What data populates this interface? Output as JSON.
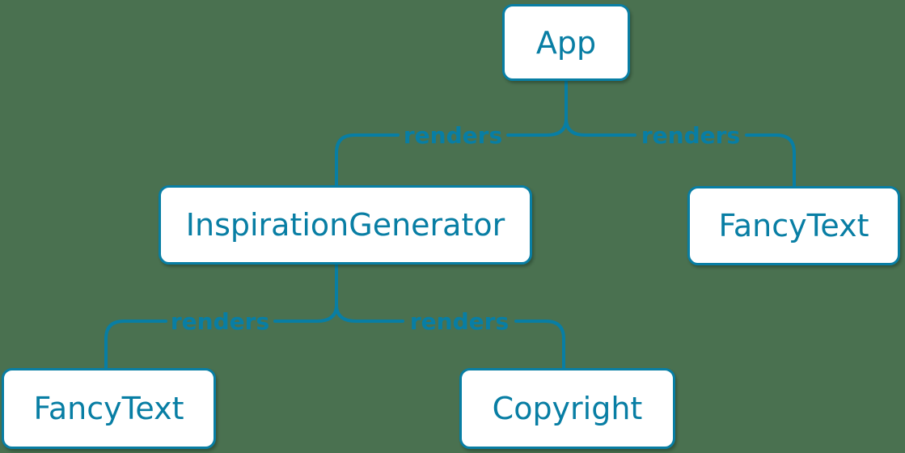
{
  "diagram": {
    "colors": {
      "background": "#4a7150",
      "accent": "#087ea4",
      "node_fill": "#ffffff"
    },
    "nodes": [
      {
        "id": "app",
        "label": "App"
      },
      {
        "id": "inspiration-generator",
        "label": "InspirationGenerator"
      },
      {
        "id": "fancy-text-top",
        "label": "FancyText"
      },
      {
        "id": "fancy-text-bottom",
        "label": "FancyText"
      },
      {
        "id": "copyright",
        "label": "Copyright"
      }
    ],
    "edges": [
      {
        "from": "App",
        "to": "InspirationGenerator",
        "label": "renders"
      },
      {
        "from": "App",
        "to": "FancyText",
        "label": "renders"
      },
      {
        "from": "InspirationGenerator",
        "to": "FancyText",
        "label": "renders"
      },
      {
        "from": "InspirationGenerator",
        "to": "Copyright",
        "label": "renders"
      }
    ]
  }
}
